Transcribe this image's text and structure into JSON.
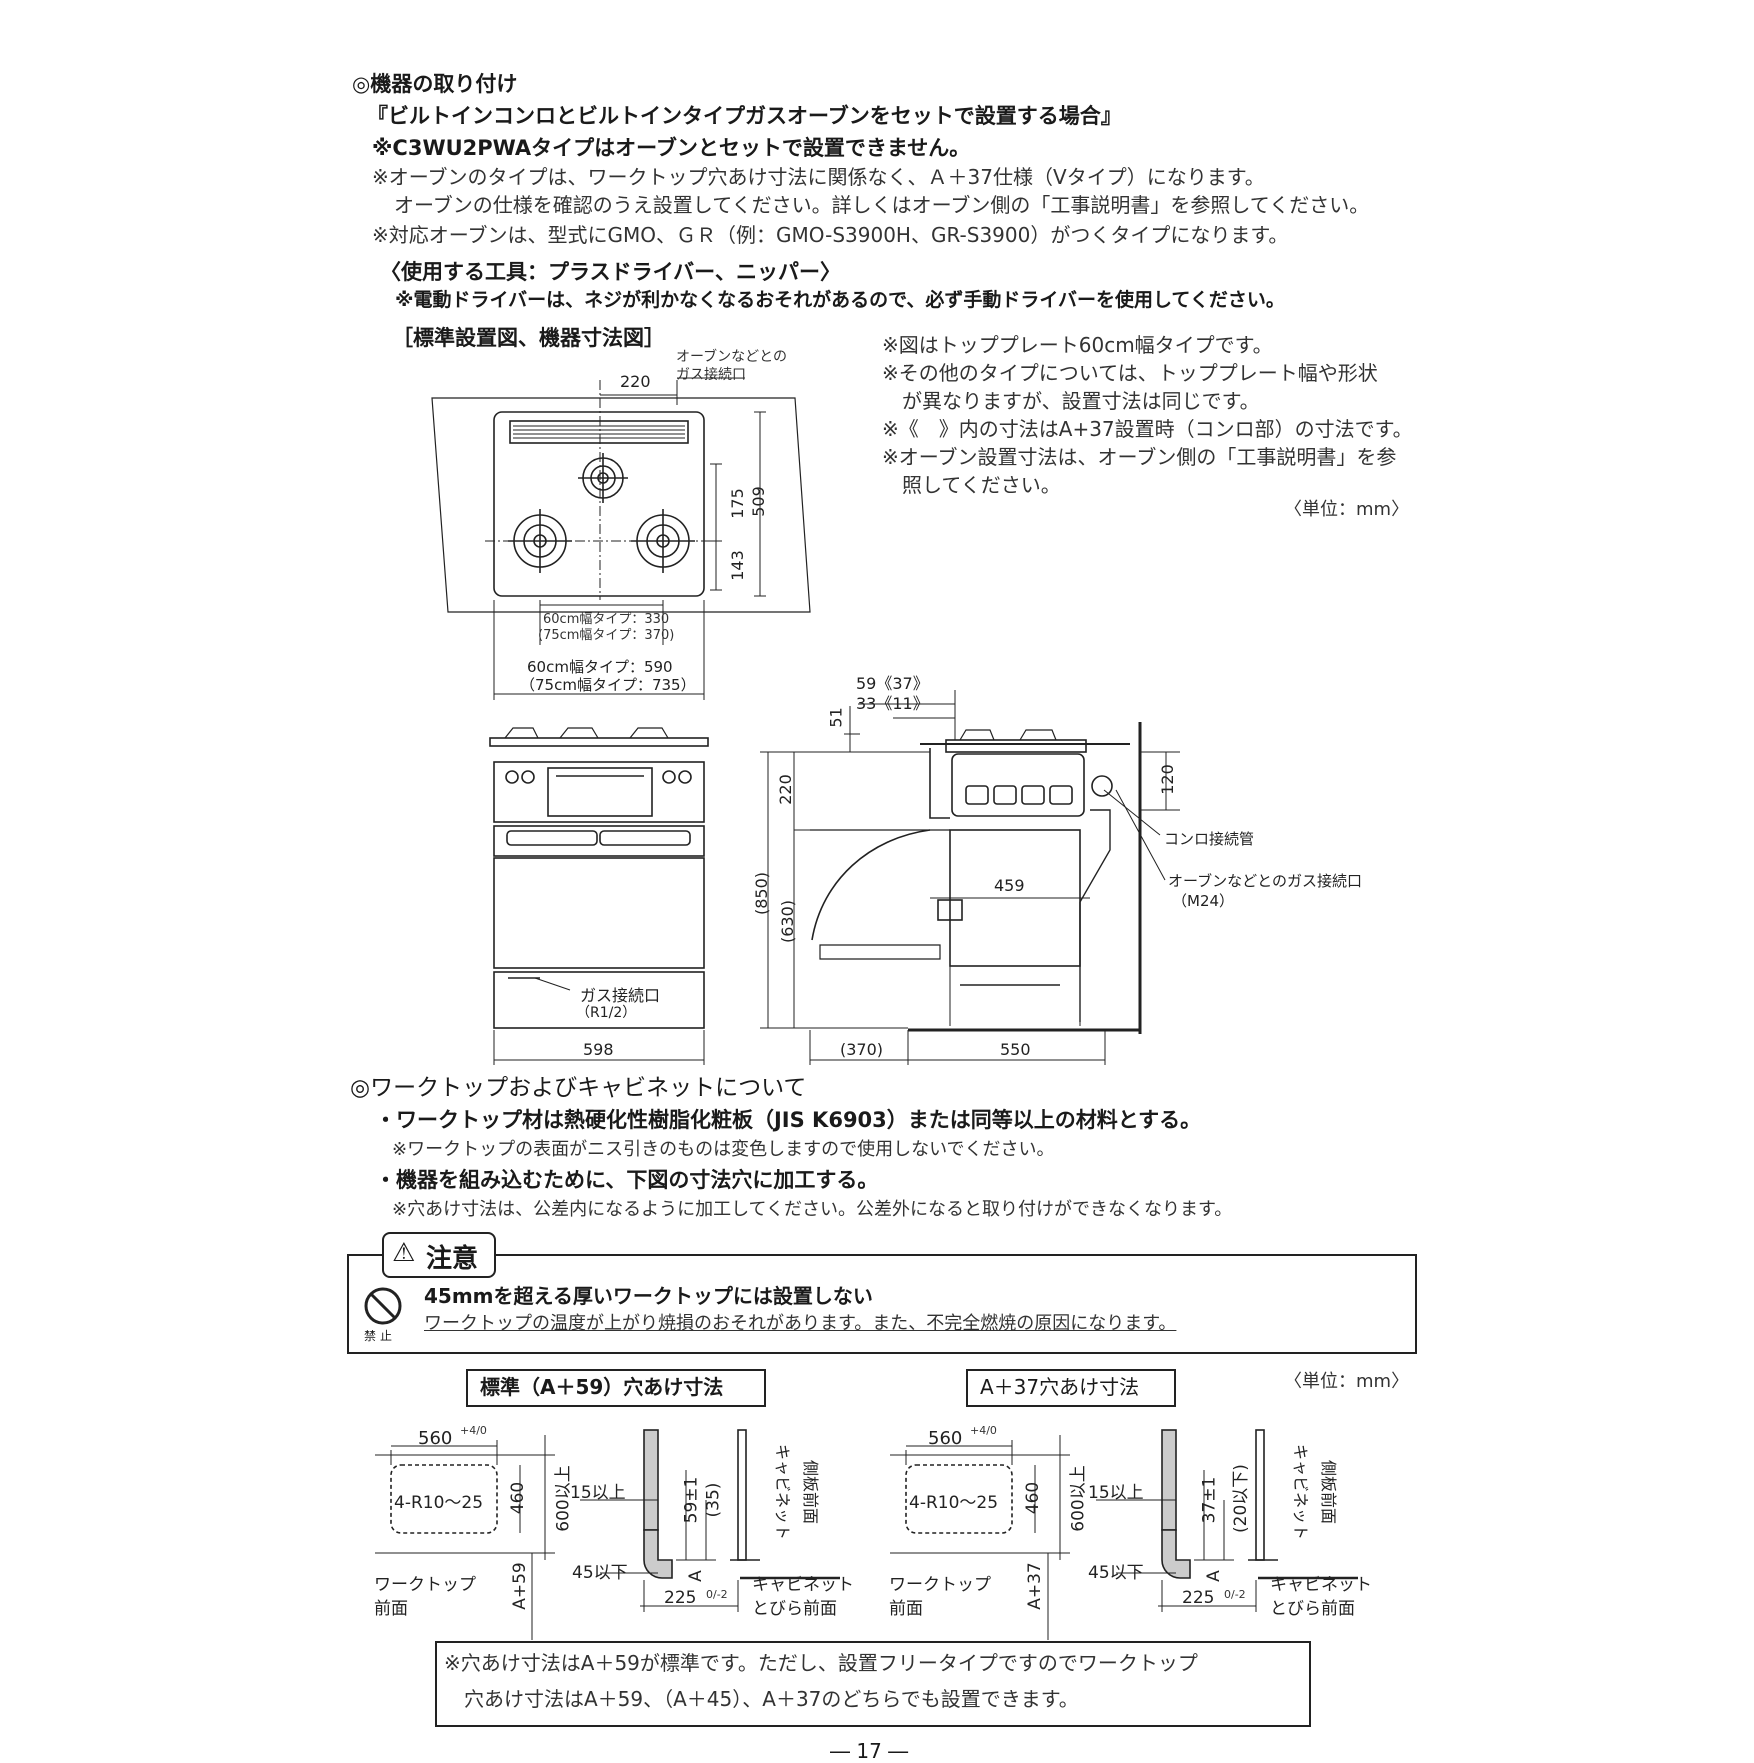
{
  "section1": {
    "title": "◎機器の取り付け",
    "subtitle": "『ビルトインコンロとビルトインタイプガスオーブンをセットで設置する場合』",
    "note_bold": "※C3WU2PWAタイプはオーブンとセットで設置できません。",
    "note1a": "※オーブンのタイプは、ワークトップ穴あけ寸法に関係なく、Ａ＋37仕様（Vタイプ）になります。",
    "note1b": "オーブンの仕様を確認のうえ設置してください。詳しくはオーブン側の「工事説明書」を参照してください。",
    "note2": "※対応オーブンは、型式にGMO、ＧＲ（例：GMO-S3900H、GR-S3900）がつくタイプになります。",
    "tools": "〈使用する工具：プラスドライバー、ニッパー〉",
    "tools_note": "※電動ドライバーは、ネジが利かなくなるおそれがあるので、必ず手動ドライバーを使用してください。",
    "diagram_title": "［標準設置図、機器寸法図］"
  },
  "diagram_notes": {
    "n1": "※図はトッププレート60cm幅タイプです。",
    "n2a": "※その他のタイプについては、トッププレート幅や形状",
    "n2b": "が異なりますが、設置寸法は同じです。",
    "n3": "※《　》内の寸法はA+37設置時（コンロ部）の寸法です。",
    "n4a": "※オーブン設置寸法は、オーブン側の「工事説明書」を参",
    "n4b": "照してください。",
    "unit": "〈単位：mm〉"
  },
  "top_view": {
    "gas_label_a": "オーブンなどとの",
    "gas_label_b": "ガス接続口",
    "dim_220": "220",
    "dim_175": "175",
    "dim_509": "509",
    "dim_143": "143",
    "burner_pitch_a": "60cm幅タイプ：330",
    "burner_pitch_b": "(75cm幅タイプ：370)",
    "width_a": "60cm幅タイプ：590",
    "width_b": "（75cm幅タイプ：735）"
  },
  "front_view": {
    "gas_conn_a": "ガス接続口",
    "gas_conn_b": "（R1/2）",
    "dim_598": "598"
  },
  "side_view": {
    "dim_59": "59《37》",
    "dim_33": "33《11》",
    "dim_51": "51",
    "dim_120": "120",
    "dim_220": "220",
    "dim_850": "(850)",
    "dim_630": "(630)",
    "dim_459": "459",
    "dim_370": "(370)",
    "dim_550": "550",
    "konro_pipe": "コンロ接続管",
    "oven_gas_a": "オーブンなどとのガス接続口",
    "oven_gas_b": "（M24）"
  },
  "section2": {
    "title": "◎ワークトップおよびキャビネットについて",
    "b1": "・ワークトップ材は熱硬化性樹脂化粧板（JIS K6903）または同等以上の材料とする。",
    "b1_note": "※ワークトップの表面がニス引きのものは変色しますので使用しないでください。",
    "b2": "・機器を組み込むために、下図の寸法穴に加工する。",
    "b2_note": "※穴あけ寸法は、公差内になるように加工してください。公差外になると取り付けができなくなります。"
  },
  "caution": {
    "label": "注意",
    "prohibit": "禁止",
    "title": "45mmを超える厚いワークトップには設置しない",
    "body": "ワークトップの温度が上がり焼損のおそれがあります。また、不完全燃焼の原因になります。"
  },
  "cutout_left": {
    "title": "標準（A＋59）穴あけ寸法",
    "w560": "560",
    "tol_w": "+4/0",
    "r": "4-R10〜25",
    "h460": "460",
    "h600": "600以上",
    "front_a": "ワークトップ",
    "front_b": "前面",
    "aplus": "A+59",
    "d15": "15以上",
    "d59": "59±1",
    "d35": "(35)",
    "d45": "45以下",
    "dA": "A",
    "d225": "225",
    "tol_225": "0/-2",
    "cab_side_a": "キャビネット",
    "cab_side_b": "側板前面",
    "cab_door_a": "キャビネット",
    "cab_door_b": "とびら前面"
  },
  "cutout_right": {
    "title": "A＋37穴あけ寸法",
    "w560": "560",
    "tol_w": "+4/0",
    "r": "4-R10〜25",
    "h460": "460",
    "h600": "600以上",
    "front_a": "ワークトップ",
    "front_b": "前面",
    "aplus": "A+37",
    "d15": "15以上",
    "d37": "37±1",
    "d20": "(20以下)",
    "d45": "45以下",
    "dA": "A",
    "d225": "225",
    "tol_225": "0/-2",
    "cab_side_a": "キャビネット",
    "cab_side_b": "側板前面",
    "cab_door_a": "キャビネット",
    "cab_door_b": "とびら前面"
  },
  "unit2": "〈単位：mm〉",
  "footer_note_a": "※穴あけ寸法はA＋59が標準です。ただし、設置フリータイプですのでワークトップ",
  "footer_note_b": "穴あけ寸法はA＋59、（A＋45）、A＋37のどちらでも設置できます。",
  "page_number": "― 17 ―"
}
